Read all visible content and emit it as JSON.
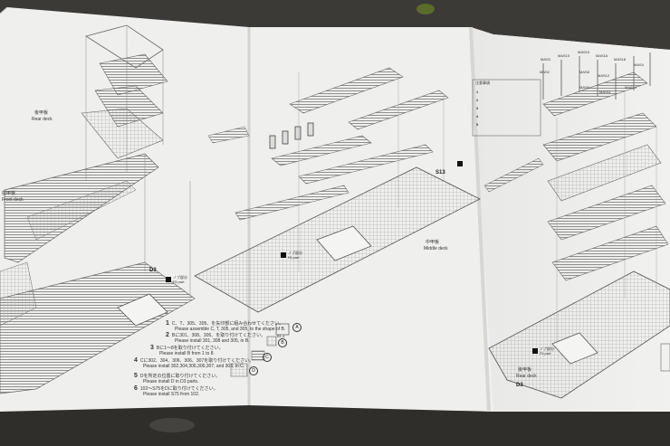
{
  "left_sheet": {
    "rear_deck_jp": "後甲板",
    "rear_deck": "Rear deck",
    "front_deck_jp": "前甲板",
    "front_deck": "Front deck",
    "d3_tag": "D3",
    "fit_part_jp": "ノブ部分",
    "fit_part": "Fit part"
  },
  "middle_sheet": {
    "middle_deck_jp": "中甲板",
    "middle_deck": "Middle deck",
    "s13_tag": "S13",
    "fit_part_jp": "ノブ部分",
    "fit_part": "Fit part",
    "callouts": [
      "A",
      "B",
      "C",
      "D"
    ],
    "b4_tag": "B1-4"
  },
  "steps": [
    {
      "num": "1",
      "jp": "C、T、305、305、を矢印部に組み合わせてください。",
      "en": "Please assemble C, T, 305, and 305, to the shape of B."
    },
    {
      "num": "2",
      "jp": "Bに301、308、305、を取り付けてください。",
      "en": "Please install 301, 308 and 305, in B."
    },
    {
      "num": "3",
      "jp": "Bに1～8を取り付けてください。",
      "en": "Please install B from 1 to 8."
    },
    {
      "num": "4",
      "jp": "Cに302、304、306、306、307を取り付けてください。",
      "en": "Please install 302,304,306,306,307, and 303, in C."
    },
    {
      "num": "5",
      "jp": "Dを所定の位置に取り付けてください。",
      "en": "Please install D in D3 parts."
    },
    {
      "num": "6",
      "jp": "102～S75をDに取り付けてください。",
      "en": "Please install S75 from 102."
    }
  ],
  "right_sheet": {
    "mast_tags": [
      "MAS3",
      "MAS10",
      "MAS15",
      "MAS16",
      "MAS18",
      "MAS2",
      "MAS8",
      "MAS12",
      "MAS4",
      "MAS6",
      "MAS11",
      "MAS14"
    ],
    "note_title": "注意事項",
    "note_lines": [
      "1",
      "2",
      "3",
      "4",
      "5"
    ],
    "rear_deck_jp": "後甲板",
    "rear_deck": "Rear deck",
    "d3_tag": "D3",
    "fit_part_jp": "ノブ部分",
    "fit_part": "Fit part"
  }
}
